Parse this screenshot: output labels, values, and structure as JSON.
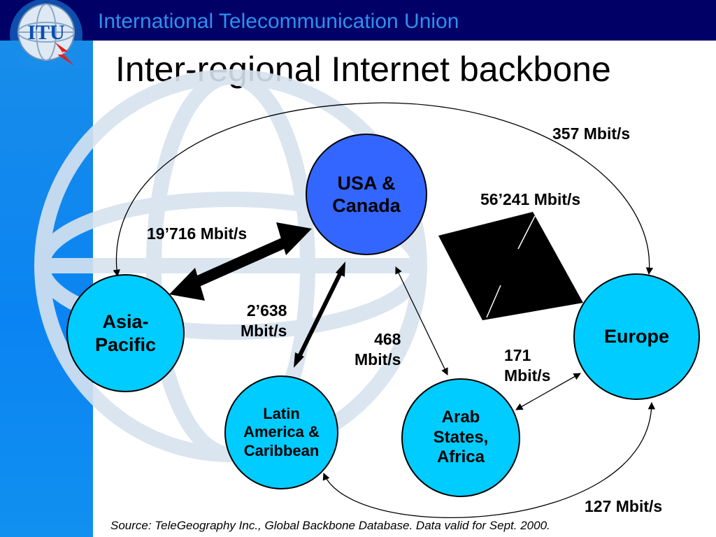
{
  "header": {
    "organization": "International Telecommunication Union",
    "logo_text": "ITU"
  },
  "slide": {
    "title": "Inter-regional Internet backbone"
  },
  "nodes": {
    "usa_canada": {
      "label": "USA & Canada",
      "line1": "USA &",
      "line2": "Canada"
    },
    "asia_pacific": {
      "label": "Asia-Pacific",
      "line1": "Asia-",
      "line2": "Pacific"
    },
    "europe": {
      "label": "Europe"
    },
    "latin_america": {
      "label": "Latin America & Caribbean",
      "line1": "Latin",
      "line2": "America &",
      "line3": "Caribbean"
    },
    "arab_africa": {
      "label": "Arab States, Africa",
      "line1": "Arab",
      "line2": "States,",
      "line3": "Africa"
    }
  },
  "links": {
    "asia_europe": {
      "line1": "357 Mbit/s"
    },
    "usa_europe": {
      "line1": "56’241 Mbit/s"
    },
    "usa_asia": {
      "line1": "19’716 Mbit/s"
    },
    "usa_latin": {
      "line1": "2’638",
      "line2": "Mbit/s"
    },
    "usa_arab": {
      "line1": "468",
      "line2": "Mbit/s"
    },
    "arab_europe": {
      "line1": "171",
      "line2": "Mbit/s"
    },
    "latin_europe": {
      "line1": "127 Mbit/s"
    }
  },
  "source_note": "Source: TeleGeography Inc., Global Backbone Database. Data valid for Sept. 2000.",
  "colors": {
    "sidebar": "#0a84f2",
    "topbar": "#000066",
    "header_text": "#2f8ff0",
    "usa_node": "#3366ff",
    "region_node": "#00ccff",
    "globe": "#d7e3ef"
  }
}
